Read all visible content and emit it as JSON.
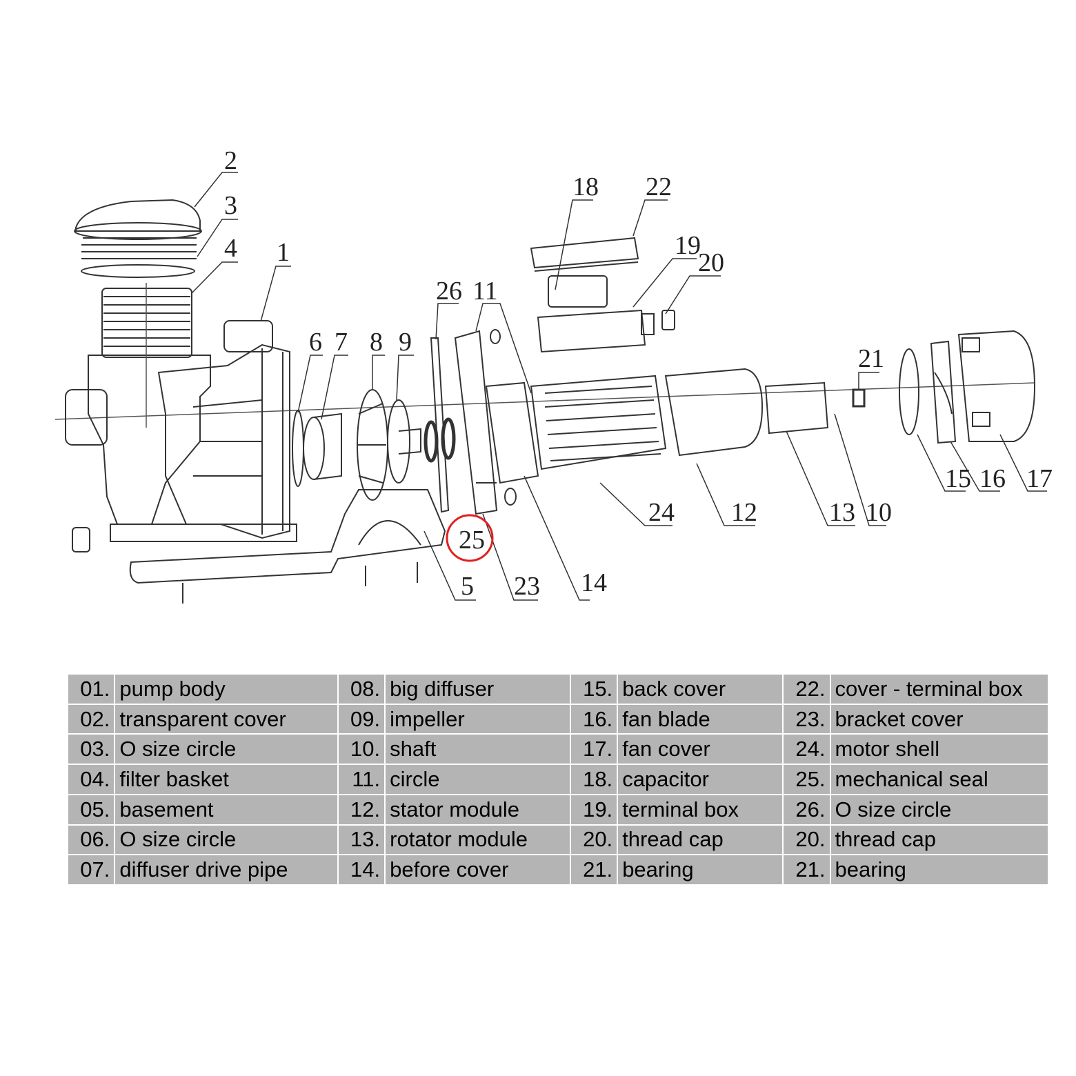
{
  "diagram": {
    "callouts": [
      "1",
      "2",
      "3",
      "4",
      "5",
      "6",
      "7",
      "8",
      "9",
      "10",
      "11",
      "12",
      "13",
      "14",
      "15",
      "16",
      "17",
      "18",
      "19",
      "20",
      "21",
      "22",
      "23",
      "24",
      "25",
      "26"
    ],
    "highlight_color": "#e02020"
  },
  "legend": {
    "rows": [
      [
        {
          "num": "01.",
          "name": "pump body"
        },
        {
          "num": "08.",
          "name": "big diffuser"
        },
        {
          "num": "15.",
          "name": "back cover"
        },
        {
          "num": "22.",
          "name": "cover - terminal box"
        }
      ],
      [
        {
          "num": "02.",
          "name": "transparent cover"
        },
        {
          "num": "09.",
          "name": "impeller"
        },
        {
          "num": "16.",
          "name": "fan blade"
        },
        {
          "num": "23.",
          "name": "bracket cover"
        }
      ],
      [
        {
          "num": "03.",
          "name": "O size circle"
        },
        {
          "num": "10.",
          "name": "shaft"
        },
        {
          "num": "17.",
          "name": "fan cover"
        },
        {
          "num": "24.",
          "name": "motor shell"
        }
      ],
      [
        {
          "num": "04.",
          "name": "filter basket"
        },
        {
          "num": "11.",
          "name": "circle"
        },
        {
          "num": "18.",
          "name": "capacitor"
        },
        {
          "num": "25.",
          "name": "mechanical seal"
        }
      ],
      [
        {
          "num": "05.",
          "name": "basement"
        },
        {
          "num": "12.",
          "name": "stator module"
        },
        {
          "num": "19.",
          "name": "terminal box"
        },
        {
          "num": "26.",
          "name": "O size circle"
        }
      ],
      [
        {
          "num": "06.",
          "name": "O size circle"
        },
        {
          "num": "13.",
          "name": "rotator module"
        },
        {
          "num": "20.",
          "name": "thread cap"
        },
        {
          "num": "20.",
          "name": "thread cap"
        }
      ],
      [
        {
          "num": "07.",
          "name": "diffuser drive pipe"
        },
        {
          "num": "14.",
          "name": "before cover"
        },
        {
          "num": "21.",
          "name": "bearing"
        },
        {
          "num": "21.",
          "name": "bearing"
        }
      ]
    ]
  }
}
